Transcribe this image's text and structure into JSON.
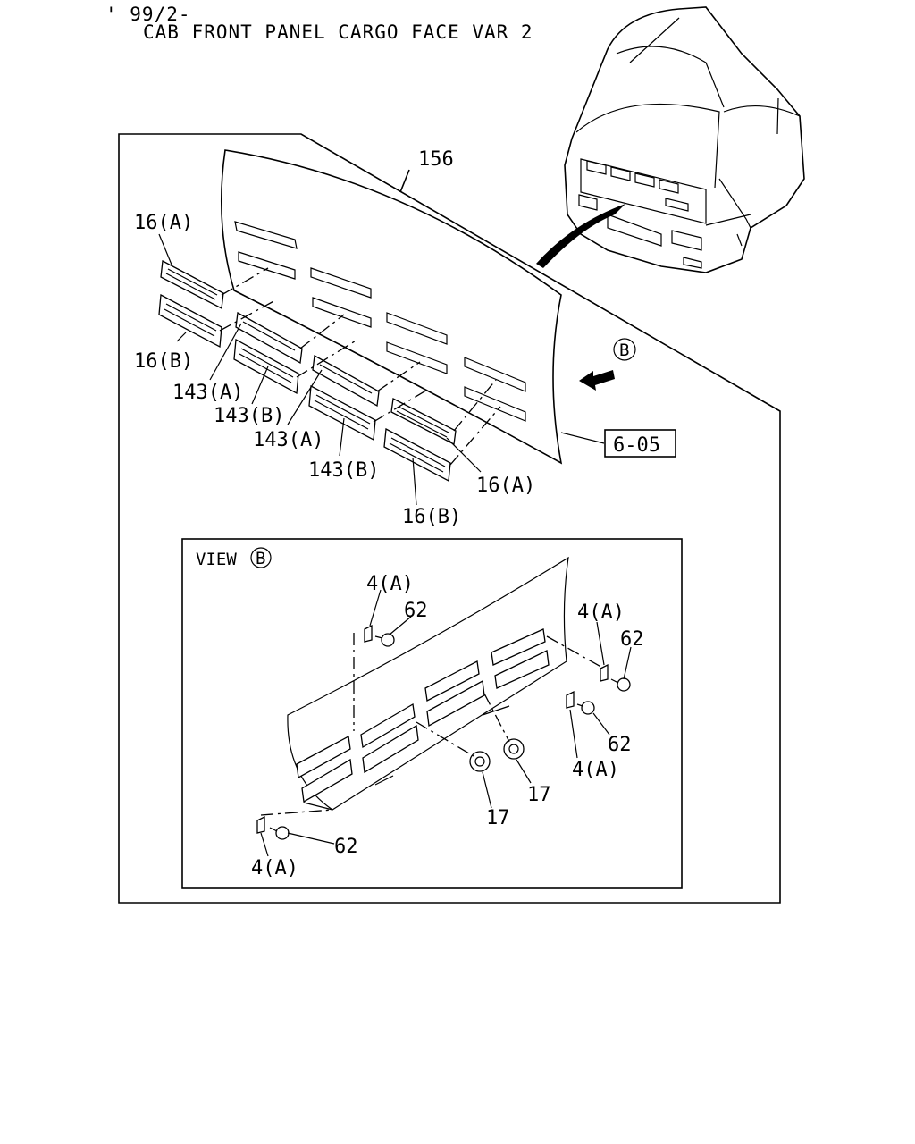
{
  "header": {
    "date_code": "' 99/2-",
    "title": "CAB FRONT PANEL CARGO FACE VAR 2"
  },
  "main_view": {
    "labels": {
      "panel": "156",
      "grille_16a_top": "16(A)",
      "grille_16b_left": "16(B)",
      "grille_143a_1": "143(A)",
      "grille_143b_1": "143(B)",
      "grille_143a_2": "143(A)",
      "grille_143b_2": "143(B)",
      "grille_16a_right": "16(A)",
      "grille_16b_bottom": "16(B)",
      "view_marker": "B",
      "reference_box": "6-05"
    }
  },
  "detail_view": {
    "title": "VIEW",
    "marker": "B",
    "labels": {
      "clip_top": "4(A)",
      "bolt_top": "62",
      "clip_right_top": "4(A)",
      "bolt_right_top": "62",
      "bolt_right_mid": "62",
      "clip_right_mid": "4(A)",
      "nut_right": "17",
      "nut_center": "17",
      "bolt_left": "62",
      "clip_left": "4(A)"
    }
  }
}
